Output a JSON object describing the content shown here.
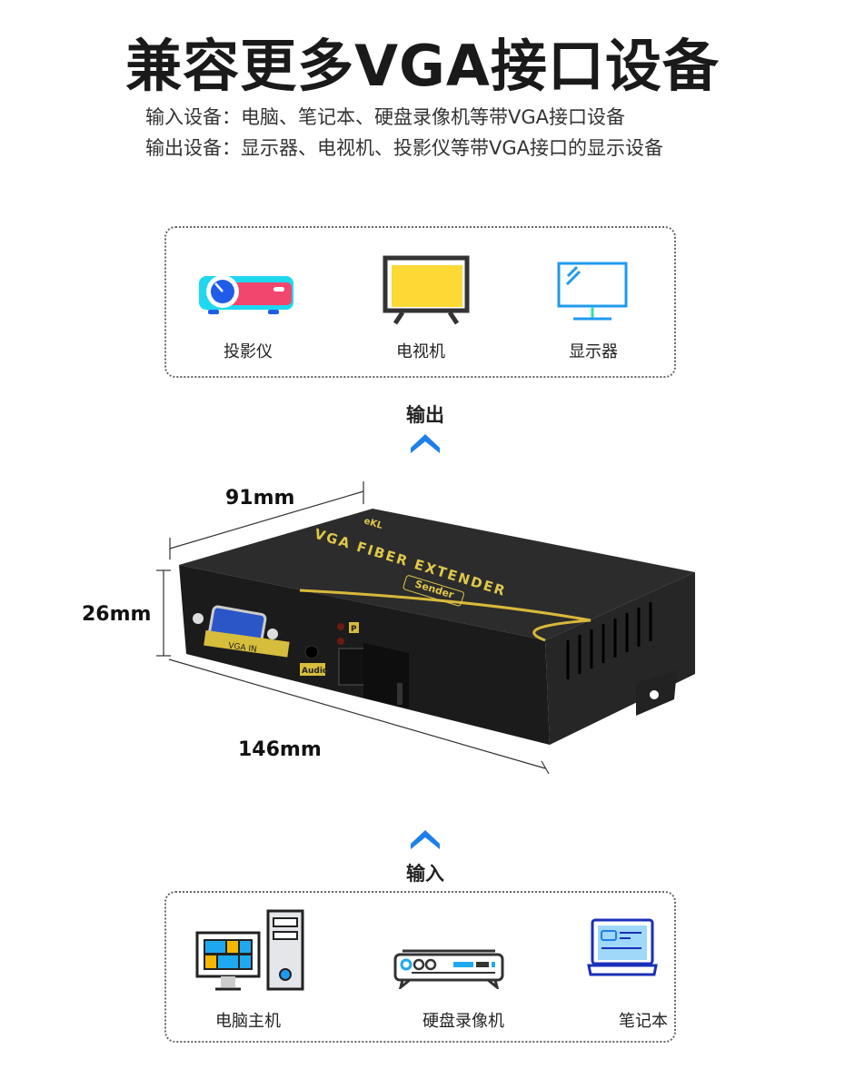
{
  "header": {
    "title": "兼容更多VGA接口设备",
    "input_line": "输入设备：电脑、笔记本、硬盘录像机等带VGA接口设备",
    "output_line": "输出设备：显示器、电视机、投影仪等带VGA接口的显示设备"
  },
  "output_devices": [
    {
      "label": "投影仪",
      "icon": "projector-icon"
    },
    {
      "label": "电视机",
      "icon": "tv-icon"
    },
    {
      "label": "显示器",
      "icon": "monitor-icon"
    }
  ],
  "output_label": "输出",
  "input_label": "输入",
  "device": {
    "brand": "eKL",
    "model_text": "VGA FIBER EXTENDER",
    "role": "Sender",
    "vga_port_label": "VGA IN",
    "audio_label": "Audio",
    "led_label": "P",
    "width": "91mm",
    "height": "26mm",
    "length": "146mm"
  },
  "input_devices": [
    {
      "label": "电脑主机",
      "icon": "desktop-pc-icon"
    },
    {
      "label": "硬盘录像机",
      "icon": "dvr-icon"
    },
    {
      "label": "笔记本",
      "icon": "laptop-icon"
    }
  ],
  "colors": {
    "accent_blue": "#1f7fe8",
    "gold": "#e0c84a",
    "device_body": "#1e1e1e"
  }
}
